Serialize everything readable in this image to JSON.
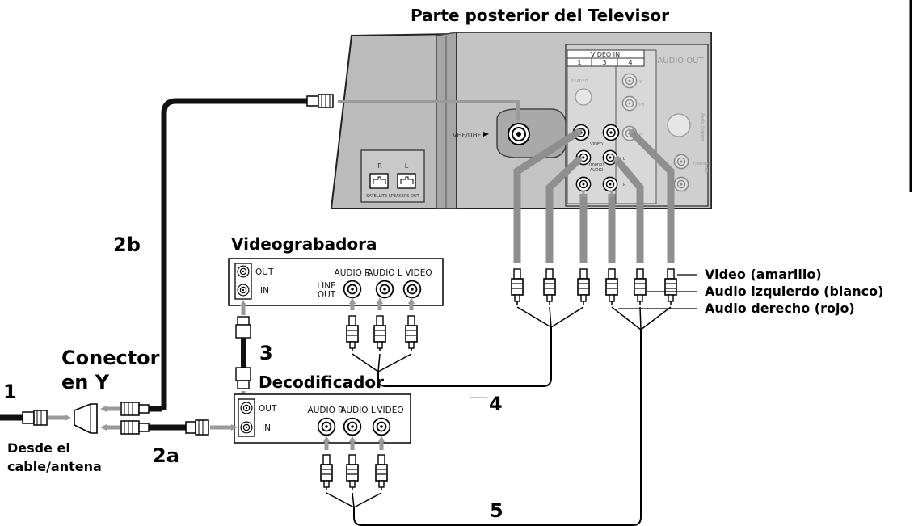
{
  "title": "Parte posterior del Televisor",
  "tv": {
    "vhf_label": "VHF/UHF",
    "speakers_r": "R",
    "speakers_l": "L",
    "speakers_caption": "SATELLITE SPEAKERS OUT",
    "video_in_header": "VIDEO IN",
    "col1": "1",
    "col3": "3",
    "col4": "4",
    "audio_out_header": "AUDIO OUT",
    "svideo": "S VIDEO",
    "y": "Y",
    "pb": "Pb",
    "pr": "Pr",
    "video": "VIDEO",
    "mono": "(mono)",
    "audio": "AUDIO",
    "l": "L",
    "r": "R",
    "audio_system": "Audio System",
    "stereo": "(Stereo)",
    "fixed": "FIXED"
  },
  "vcr": {
    "title": "Videograbadora",
    "out": "OUT",
    "in": "IN",
    "line_out_1": "LINE",
    "line_out_2": "OUT",
    "audio_r": "AUDIO R",
    "audio_l": "AUDIO L",
    "video": "VIDEO"
  },
  "decoder": {
    "title": "Decodificador",
    "out": "OUT",
    "in": "IN",
    "audio_r": "AUDIO R",
    "audio_l": "AUDIO L",
    "video": "VIDEO"
  },
  "splitter": {
    "title_line1": "Conector",
    "title_line2": "en Y"
  },
  "source": {
    "line1": "Desde el",
    "line2": "cable/antena"
  },
  "steps": {
    "s1": "1",
    "s2a": "2a",
    "s2b": "2b",
    "s3": "3",
    "s4": "4",
    "s5": "5"
  },
  "legend": {
    "video": "Video (amarillo)",
    "audio_left": "Audio izquierdo (blanco)",
    "audio_right": "Audio derecho (rojo)"
  }
}
